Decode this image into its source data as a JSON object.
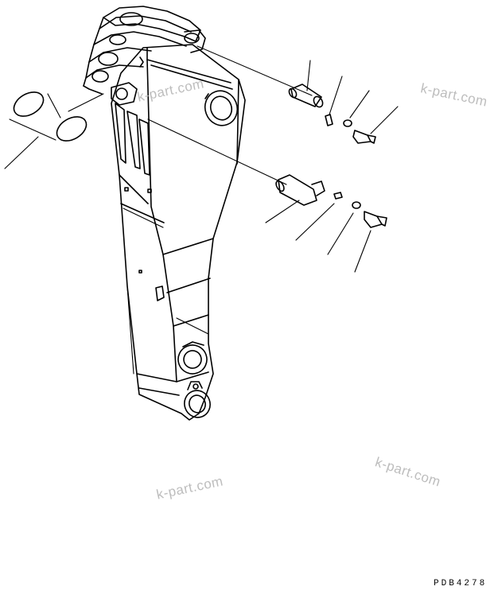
{
  "watermarks": [
    "k-part.com",
    "k-part.com",
    "k-part.com",
    "k-part.com"
  ],
  "drawing_code": "PDB4278",
  "colors": {
    "line": "#000000",
    "watermark": "#bdbdbd",
    "background": "#ffffff"
  }
}
